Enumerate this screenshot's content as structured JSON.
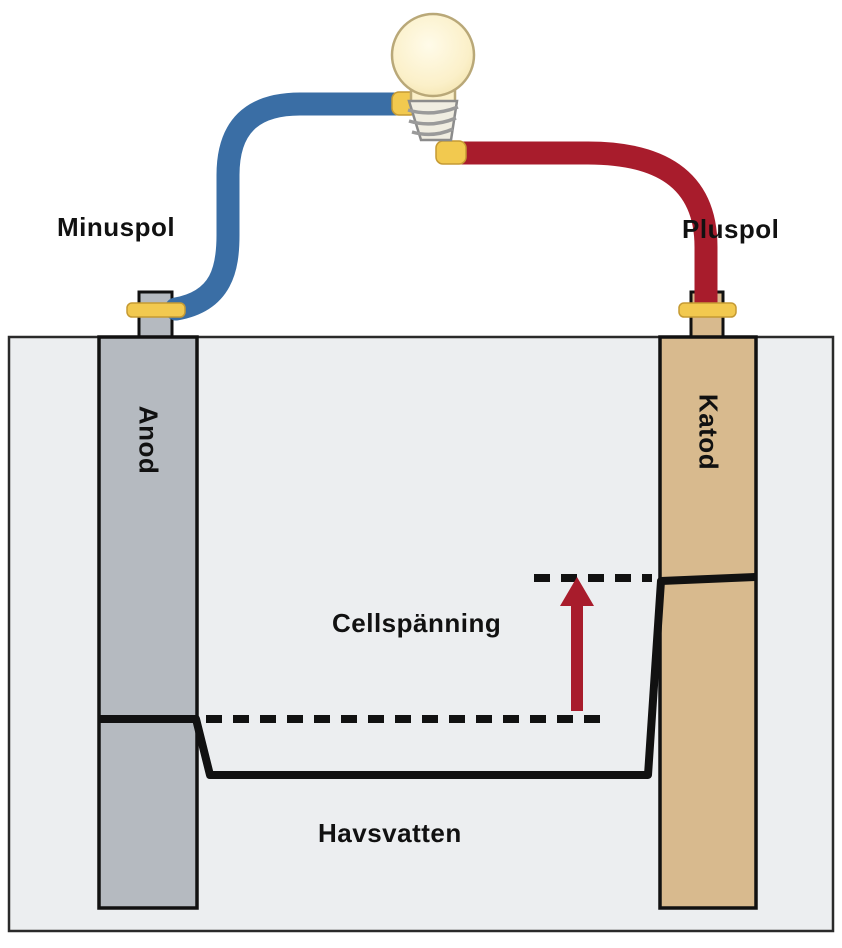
{
  "labels": {
    "negative_pole": "Minuspol",
    "positive_pole": "Pluspol",
    "anode": "Anod",
    "cathode": "Katod",
    "cell_voltage": "Cellspänning",
    "seawater": "Havsvatten"
  },
  "colors": {
    "negative_wire": "#3a6ea5",
    "positive_wire": "#a81c2c",
    "connector_gold": "#f2c94f",
    "anode_fill": "#b5bac0",
    "cathode_fill": "#d8ba8e",
    "water_fill": "#eceef0",
    "outline": "#111111",
    "potential_line": "#111111",
    "voltage_arrow": "#a81c2c",
    "bulb_glass": "#fcf3d0",
    "bulb_base": "#f0ede1"
  }
}
